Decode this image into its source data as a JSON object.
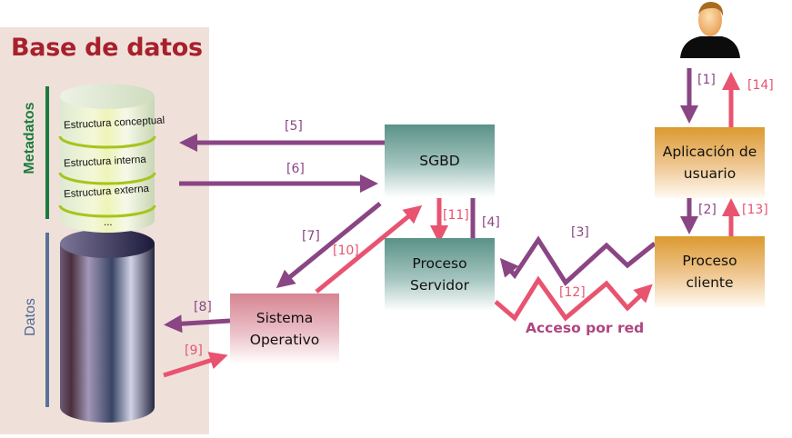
{
  "database": {
    "title": "Base de datos",
    "metadata_label": "Metadatos",
    "data_label": "Datos",
    "metadata_layers": [
      "Estructura conceptual",
      "Estructura interna",
      "Estructura externa"
    ],
    "metadata_ellipsis": "..."
  },
  "boxes": {
    "sgbd": "SGBD",
    "proceso_servidor": [
      "Proceso",
      "Servidor"
    ],
    "sistema_operativo": [
      "Sistema",
      "Operativo"
    ],
    "aplicacion_usuario": [
      "Aplicación de",
      "usuario"
    ],
    "proceso_cliente": [
      "Proceso",
      "cliente"
    ]
  },
  "network_label": "Acceso por red",
  "steps": {
    "s1": "[1]",
    "s2": "[2]",
    "s3": "[3]",
    "s4": "[4]",
    "s5": "[5]",
    "s6": "[6]",
    "s7": "[7]",
    "s8": "[8]",
    "s9": "[9]",
    "s10": "[10]",
    "s11": "[11]",
    "s12": "[12]",
    "s13": "[13]",
    "s14": "[14]"
  },
  "colors": {
    "request": "#8a4584",
    "response": "#e85470",
    "title": "#a8202c",
    "metadata": "#1d7a3e",
    "data": "#5a7198"
  }
}
